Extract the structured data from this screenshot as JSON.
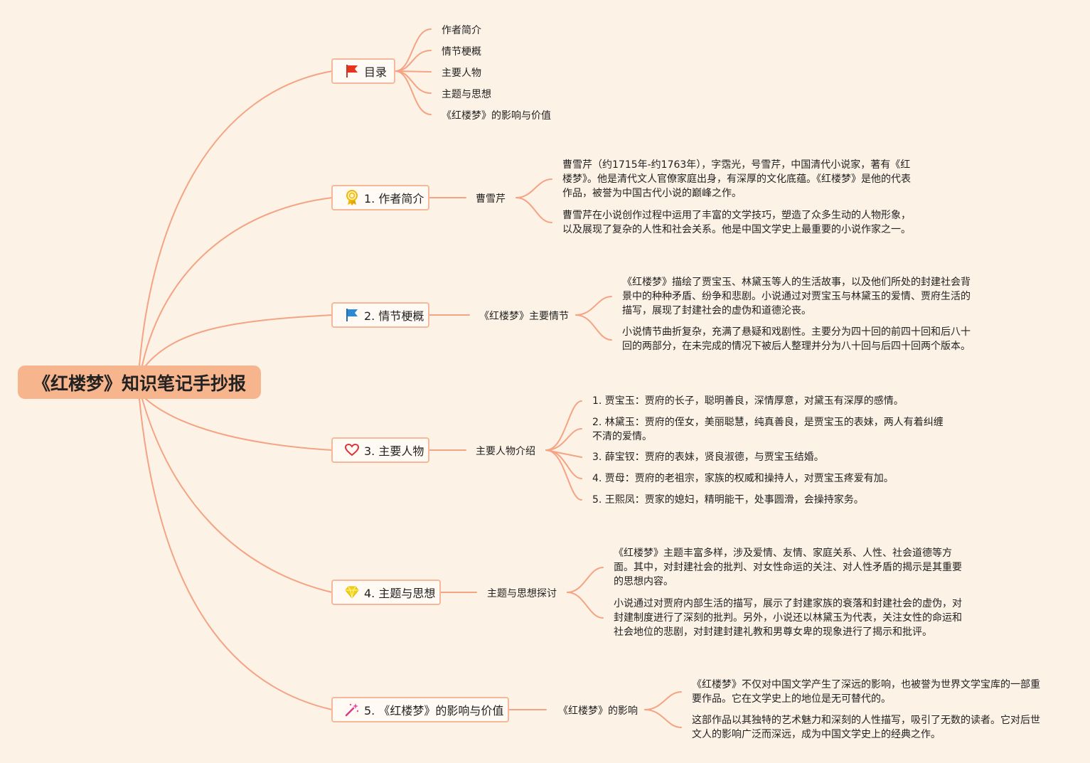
{
  "root": {
    "title": "《红楼梦》知识笔记手抄报"
  },
  "toc": {
    "label": "目录",
    "items": [
      "作者简介",
      "情节梗概",
      "主要人物",
      "主题与思想",
      "《红楼梦》的影响与价值"
    ]
  },
  "b1": {
    "label": "1. 作者简介",
    "sub": "曹雪芹",
    "leaves": [
      "曹雪芹（约1715年-约1763年），字霑光，号雪芹，中国清代小说家，著有《红楼梦》。他是清代文人官僚家庭出身，有深厚的文化底蕴。《红楼梦》是他的代表作品，被誉为中国古代小说的巅峰之作。",
      "曹雪芹在小说创作过程中运用了丰富的文学技巧，塑造了众多生动的人物形象，以及展现了复杂的人性和社会关系。他是中国文学史上最重要的小说作家之一。"
    ]
  },
  "b2": {
    "label": "2. 情节梗概",
    "sub": "《红楼梦》主要情节",
    "leaves": [
      "《红楼梦》描绘了贾宝玉、林黛玉等人的生活故事，以及他们所处的封建社会背景中的种种矛盾、纷争和悲剧。小说通过对贾宝玉与林黛玉的爱情、贾府生活的描写，展现了封建社会的虚伪和道德沦丧。",
      "小说情节曲折复杂，充满了悬疑和戏剧性。主要分为四十回的前四十回和后八十回的两部分，在未完成的情况下被后人整理并分为八十回与后四十回两个版本。"
    ]
  },
  "b3": {
    "label": "3. 主要人物",
    "sub": "主要人物介绍",
    "leaves": [
      "1. 贾宝玉：贾府的长子，聪明善良，深情厚意，对黛玉有深厚的感情。",
      "2. 林黛玉：贾府的侄女，美丽聪慧，纯真善良，是贾宝玉的表妹，两人有着纠缠不清的爱情。",
      "3. 薛宝钗：贾府的表妹，贤良淑德，与贾宝玉结婚。",
      "4. 贾母：贾府的老祖宗，家族的权威和操持人，对贾宝玉疼爱有加。",
      "5. 王熙凤：贾家的媳妇，精明能干，处事圆滑，会操持家务。"
    ]
  },
  "b4": {
    "label": "4. 主题与思想",
    "sub": "主题与思想探讨",
    "leaves": [
      "《红楼梦》主题丰富多样，涉及爱情、友情、家庭关系、人性、社会道德等方面。其中，对封建社会的批判、对女性命运的关注、对人性矛盾的揭示是其重要的思想内容。",
      "小说通过对贾府内部生活的描写，展示了封建家族的衰落和封建社会的虚伪，对封建制度进行了深刻的批判。另外，小说还以林黛玉为代表，关注女性的命运和社会地位的悲剧，对封建封建礼教和男尊女卑的现象进行了揭示和批评。"
    ]
  },
  "b5": {
    "label": "5. 《红楼梦》的影响与价值",
    "sub": "《红楼梦》的影响",
    "leaves": [
      "《红楼梦》不仅对中国文学产生了深远的影响，也被誉为世界文学宝库的一部重要作品。它在文学史上的地位是无可替代的。",
      "这部作品以其独特的艺术魅力和深刻的人性描写，吸引了无数的读者。它对后世文人的影响广泛而深远，成为中国文学史上的经典之作。"
    ]
  },
  "colors": {
    "line": "#f4a383",
    "root": "#f7b58e",
    "background": "#fdf2e6"
  },
  "icons": [
    "red-flag-icon",
    "medal-icon",
    "blue-flag-icon",
    "heart-icon",
    "diamond-icon",
    "magic-wand-icon"
  ]
}
